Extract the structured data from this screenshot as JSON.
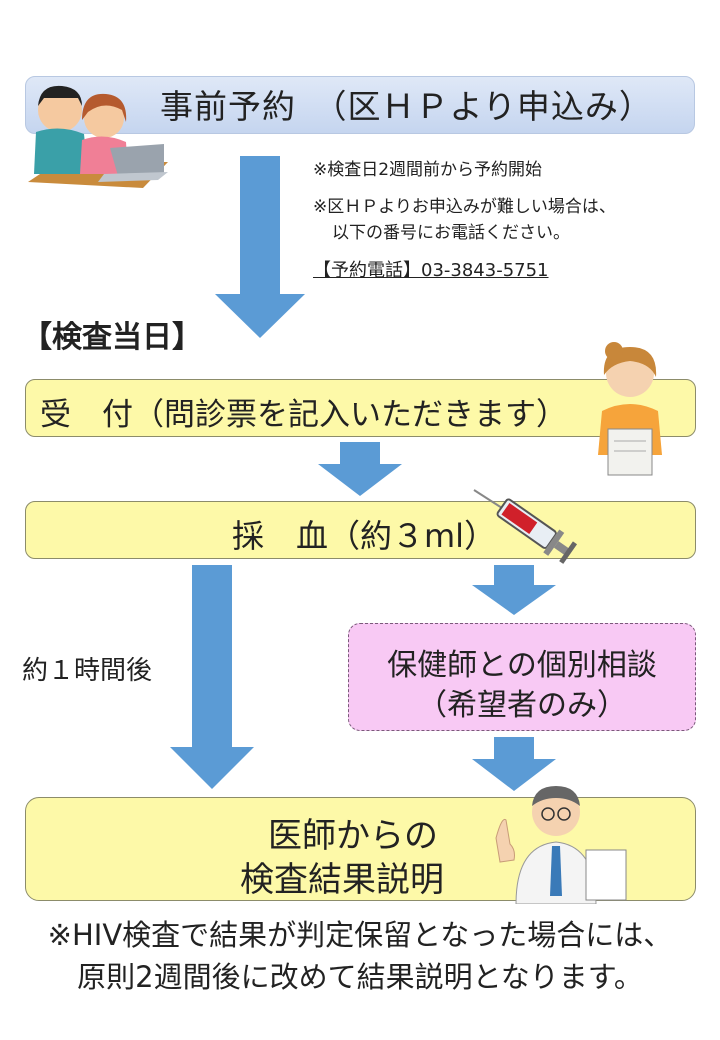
{
  "reservation": {
    "title": "事前予約　（区ＨＰより申込み）",
    "note1": "※検査日2週間前から予約開始",
    "note2_line1": "※区ＨＰよりお申込みが難しい場合は、",
    "note2_line2": "以下の番号にお電話ください。",
    "phone": "【予約電話】03-3843-5751"
  },
  "day_label": "【検査当日】",
  "steps": {
    "reception": "受　付（問診票を記入いただきます）",
    "blood": "採　血（約３ml）",
    "counsel_line1": "保健師との個別相談",
    "counsel_line2": "（希望者のみ）",
    "wait": "約１時間後",
    "result_line1": "医師からの",
    "result_line2": "検査結果説明"
  },
  "footer": {
    "line1": "※HIV検査で結果が判定保留となった場合には、",
    "line2": "原則2週間後に改めて結果説明となります。"
  },
  "colors": {
    "step_fill": "#fdf9a8",
    "counsel_fill": "#f8c9f4",
    "arrow": "#5b9bd5",
    "reserve_fill": "#c5d5ef"
  }
}
